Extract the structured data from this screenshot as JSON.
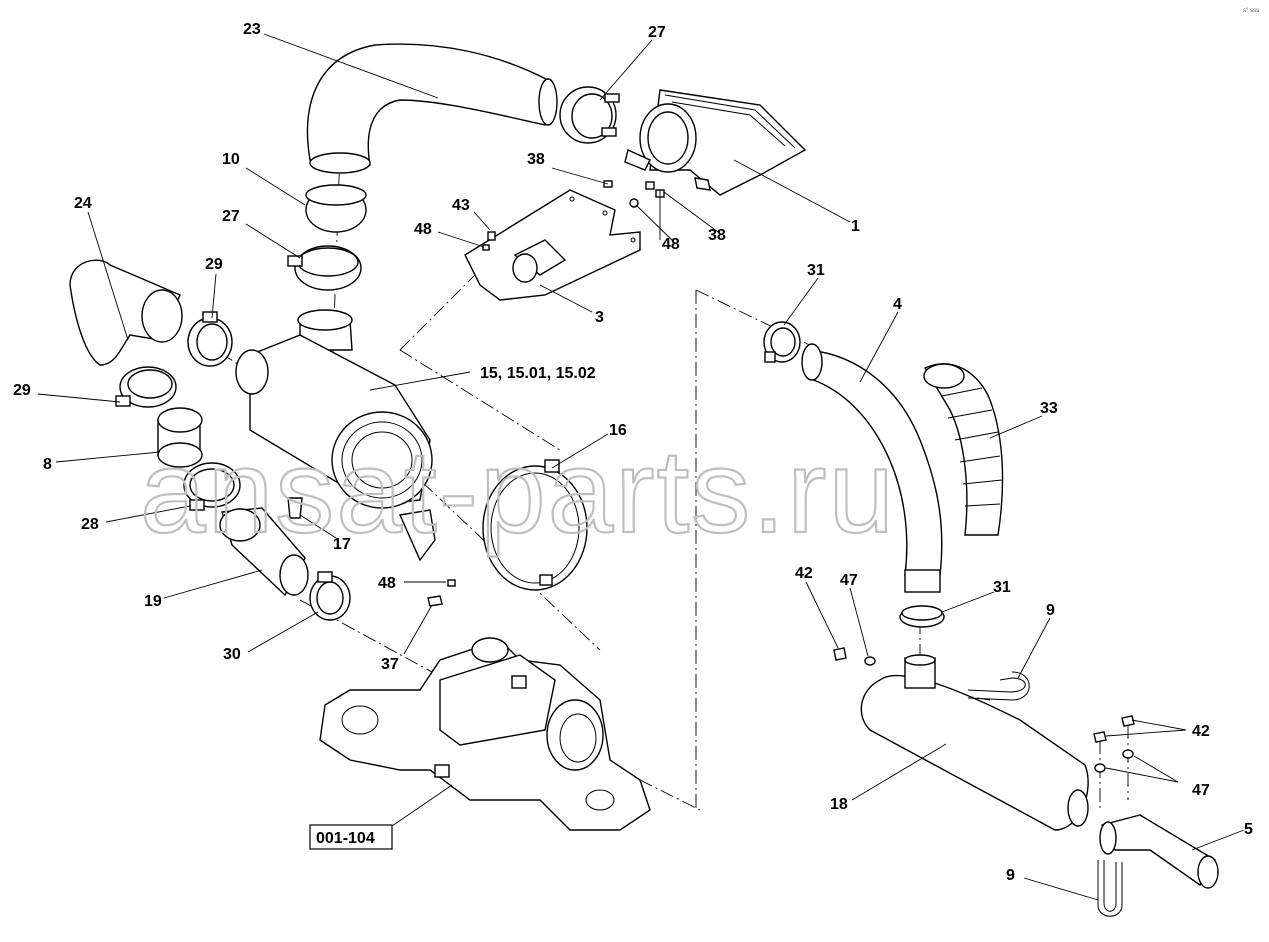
{
  "corner_code": "s° sss",
  "watermark": "ansat-parts.ru",
  "callouts": [
    {
      "id": "lbl-23",
      "text": "23"
    },
    {
      "id": "lbl-27a",
      "text": "27"
    },
    {
      "id": "lbl-10",
      "text": "10"
    },
    {
      "id": "lbl-27b",
      "text": "27"
    },
    {
      "id": "lbl-38a",
      "text": "38"
    },
    {
      "id": "lbl-38b",
      "text": "38"
    },
    {
      "id": "lbl-1",
      "text": "1"
    },
    {
      "id": "lbl-43",
      "text": "43"
    },
    {
      "id": "lbl-48a",
      "text": "48"
    },
    {
      "id": "lbl-48b",
      "text": "48"
    },
    {
      "id": "lbl-3",
      "text": "3"
    },
    {
      "id": "lbl-24",
      "text": "24"
    },
    {
      "id": "lbl-29a",
      "text": "29"
    },
    {
      "id": "lbl-29b",
      "text": "29"
    },
    {
      "id": "lbl-15",
      "text": "15, 15.01, 15.02"
    },
    {
      "id": "lbl-16",
      "text": "16"
    },
    {
      "id": "lbl-8",
      "text": "8"
    },
    {
      "id": "lbl-28",
      "text": "28"
    },
    {
      "id": "lbl-17",
      "text": "17"
    },
    {
      "id": "lbl-19",
      "text": "19"
    },
    {
      "id": "lbl-48c",
      "text": "48"
    },
    {
      "id": "lbl-30",
      "text": "30"
    },
    {
      "id": "lbl-37",
      "text": "37"
    },
    {
      "id": "lbl-001",
      "text": "001-104"
    },
    {
      "id": "lbl-31a",
      "text": "31"
    },
    {
      "id": "lbl-4",
      "text": "4"
    },
    {
      "id": "lbl-33",
      "text": "33"
    },
    {
      "id": "lbl-42a",
      "text": "42"
    },
    {
      "id": "lbl-47a",
      "text": "47"
    },
    {
      "id": "lbl-31b",
      "text": "31"
    },
    {
      "id": "lbl-9a",
      "text": "9"
    },
    {
      "id": "lbl-42b",
      "text": "42"
    },
    {
      "id": "lbl-47b",
      "text": "47"
    },
    {
      "id": "lbl-18",
      "text": "18"
    },
    {
      "id": "lbl-5",
      "text": "5"
    },
    {
      "id": "lbl-9b",
      "text": "9"
    }
  ]
}
